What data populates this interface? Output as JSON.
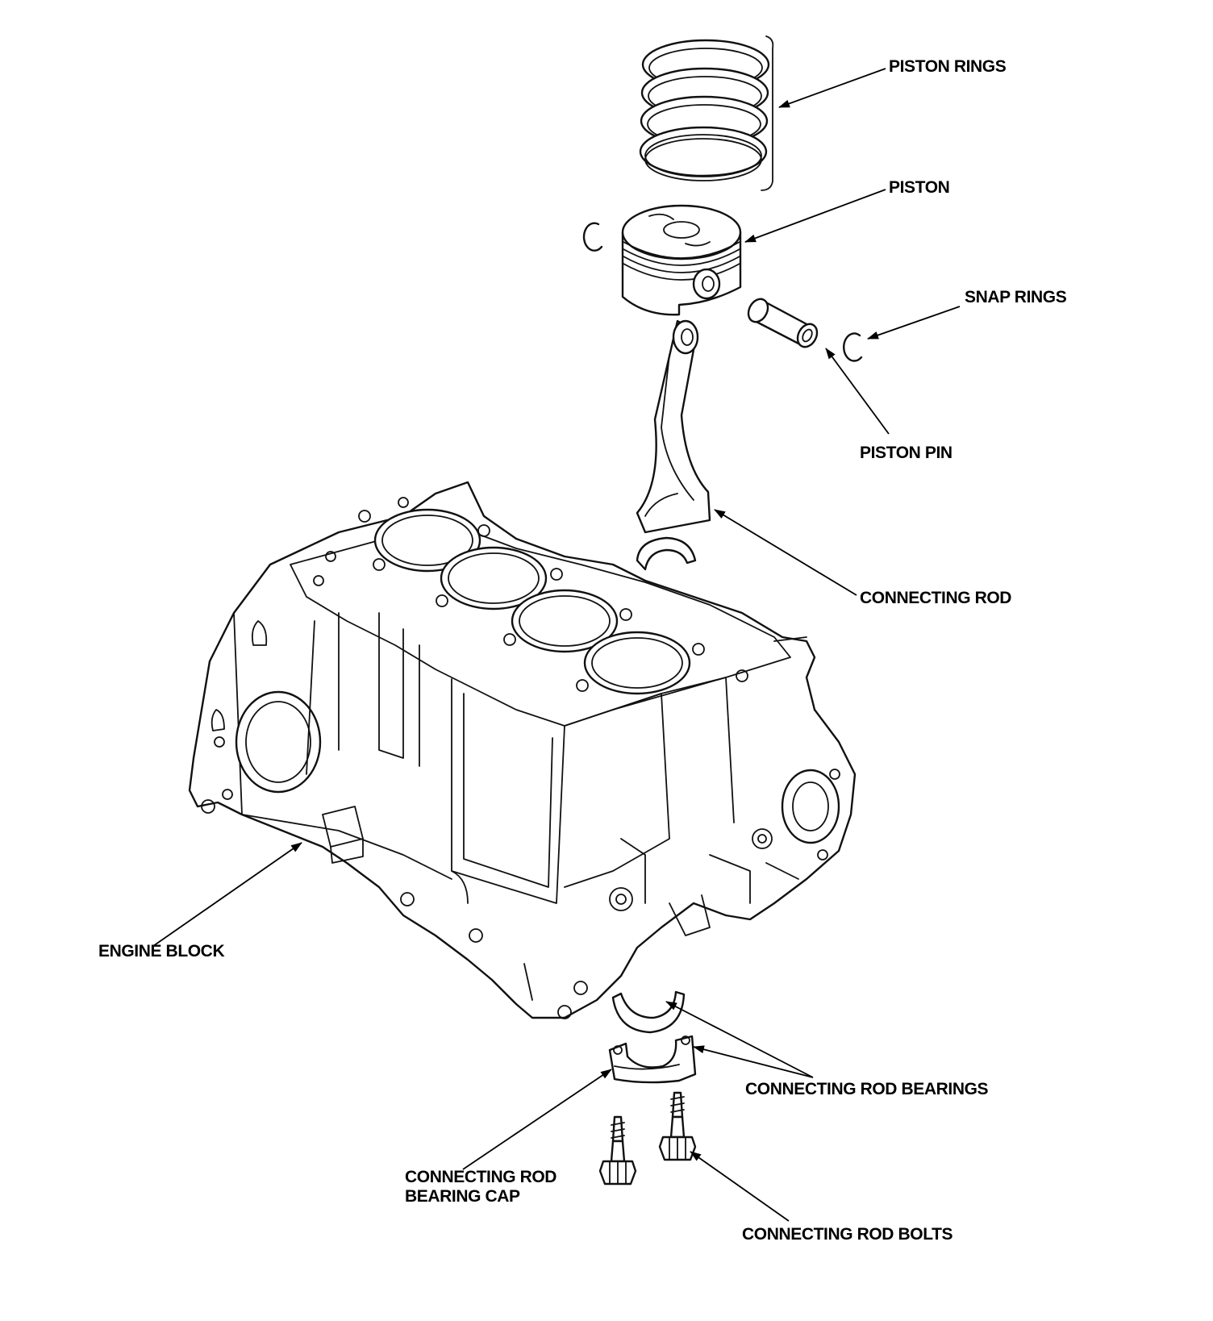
{
  "labels": {
    "piston_rings": "PISTON RINGS",
    "piston": "PISTON",
    "snap_rings": "SNAP RINGS",
    "piston_pin": "PISTON PIN",
    "connecting_rod": "CONNECTING ROD",
    "engine_block": "ENGINE BLOCK",
    "connecting_rod_bearings": "CONNECTING ROD BEARINGS",
    "connecting_rod_bearing_cap_line1": "CONNECTING ROD",
    "connecting_rod_bearing_cap_line2": "BEARING CAP",
    "connecting_rod_bolts": "CONNECTING ROD BOLTS"
  },
  "colors": {
    "ink": "#000000",
    "paper": "#ffffff"
  }
}
